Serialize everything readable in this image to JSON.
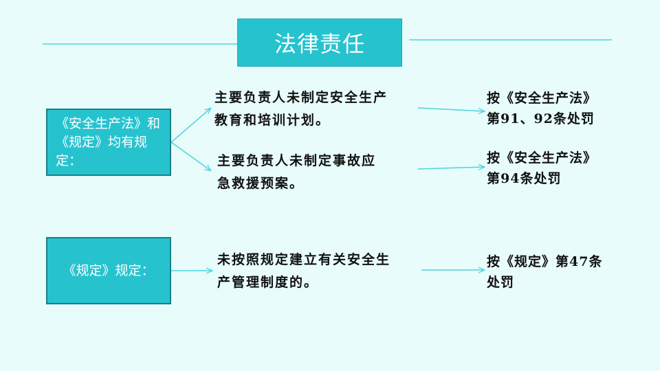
{
  "title": "法律责任",
  "left_boxes": [
    {
      "text": "《安全生产法》和《规定》均有规定："
    },
    {
      "text": "《规定》规定："
    }
  ],
  "middle": [
    {
      "line1": "主要负责人未制定安全生产",
      "line2": "教育和培训计划。"
    },
    {
      "line1": "主要负责人未制定事故应",
      "line2": "急救援预案。"
    },
    {
      "line1": "未按照规定建立有关安全生",
      "line2": "产管理制度的。"
    }
  ],
  "right": [
    {
      "line1": "按《安全生产法》",
      "line2": "第91、92条处罚"
    },
    {
      "line1": "按《安全生产法》",
      "line2": "第94条处罚"
    },
    {
      "line1": "按《规定》第47条",
      "line2": "处罚"
    }
  ],
  "colors": {
    "accent": "#26c3cf",
    "line": "#4bd3df",
    "background": "#e8fcfb"
  }
}
